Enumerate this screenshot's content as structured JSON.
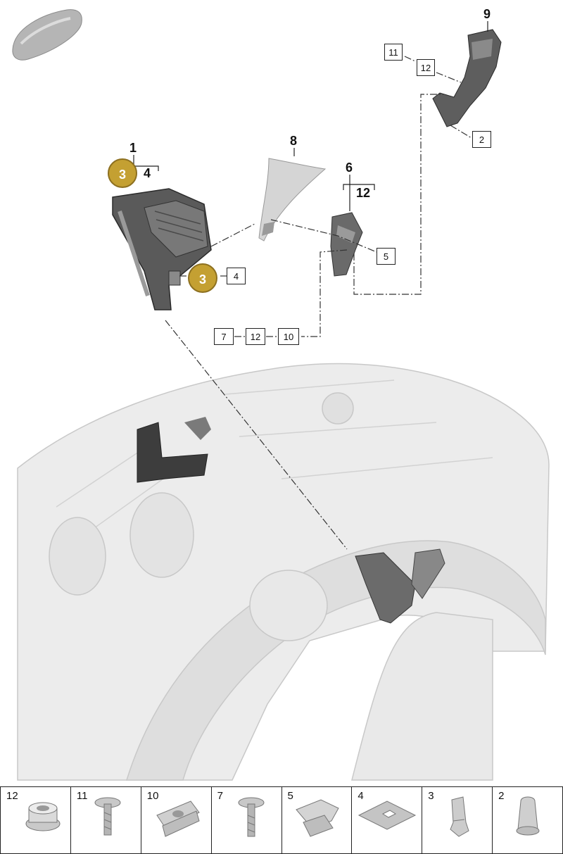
{
  "callouts": {
    "n1": "1",
    "n8": "8",
    "n6": "6",
    "n12a": "12",
    "n9": "9",
    "n4a": "4",
    "n3a": "3",
    "n3b": "3"
  },
  "boxes": {
    "b11": "11",
    "b12": "12",
    "b2": "2",
    "b5": "5",
    "b4": "4",
    "b7": "7",
    "b12b": "12",
    "b10": "10"
  },
  "parts_strip": [
    {
      "num": "12",
      "icon": "flange-nut-icon"
    },
    {
      "num": "11",
      "icon": "screw-icon"
    },
    {
      "num": "10",
      "icon": "clip-nut-icon"
    },
    {
      "num": "7",
      "icon": "bolt-icon"
    },
    {
      "num": "5",
      "icon": "spring-clip-icon"
    },
    {
      "num": "4",
      "icon": "pad-icon"
    },
    {
      "num": "3",
      "icon": "clip-icon"
    },
    {
      "num": "2",
      "icon": "plug-icon"
    }
  ],
  "colors": {
    "badge": "#c4a032",
    "part_dark": "#5c5c5c",
    "body": "#e6e6e6"
  }
}
